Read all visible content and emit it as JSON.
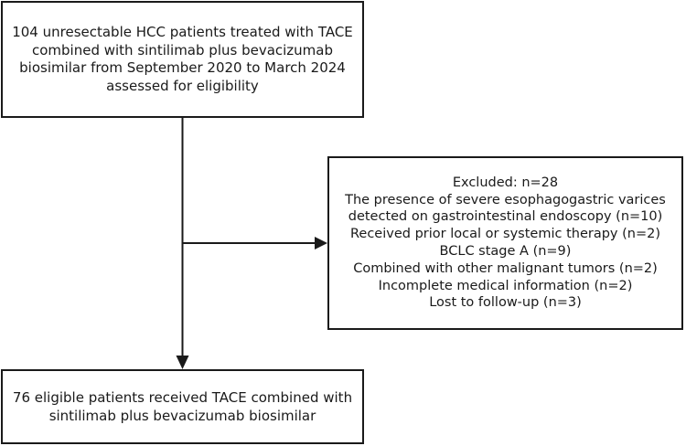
{
  "top_box": {
    "lines": [
      "104 unresectable HCC patients treated with TACE",
      "combined with sintilimab plus bevacizumab",
      "biosimilar from September 2020 to March 2024",
      "assessed for eligibility"
    ]
  },
  "excluded_box": {
    "lines": [
      "Excluded: n=28",
      "The presence of severe esophagogastric varices",
      "detected on gastrointestinal endoscopy (n=10)",
      "Received prior local or systemic therapy (n=2)",
      "BCLC stage A (n=9)",
      "Combined with other malignant tumors (n=2)",
      "Incomplete medical information (n=2)",
      "Lost to follow-up (n=3)"
    ]
  },
  "bottom_box": {
    "lines": [
      "76 eligible patients received TACE combined with",
      "sintilimab plus bevacizumab biosimilar"
    ]
  }
}
